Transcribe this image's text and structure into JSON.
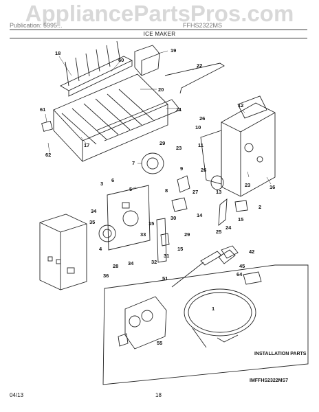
{
  "header": {
    "watermark": "AppliancePartsPros.com",
    "left_text": "Publication: 5995...",
    "right_text": "FFHS2322MS",
    "section_title": "ICE MAKER"
  },
  "callouts": [
    "18",
    "19",
    "60",
    "22",
    "20",
    "21",
    "61",
    "17",
    "62",
    "12",
    "26",
    "10",
    "11",
    "29",
    "23",
    "7",
    "9",
    "26",
    "27",
    "13",
    "6",
    "3",
    "5",
    "8",
    "23",
    "16",
    "34",
    "35",
    "14",
    "30",
    "33",
    "2",
    "15",
    "32",
    "29",
    "25",
    "24",
    "15",
    "4",
    "31",
    "15",
    "42",
    "34",
    "28",
    "36",
    "51",
    "45",
    "64",
    "1",
    "55"
  ],
  "installation_label": "INSTALLATION PARTS",
  "model_code": "IMFFHS2322MS7",
  "footer": {
    "date": "04/13",
    "page": "18"
  }
}
